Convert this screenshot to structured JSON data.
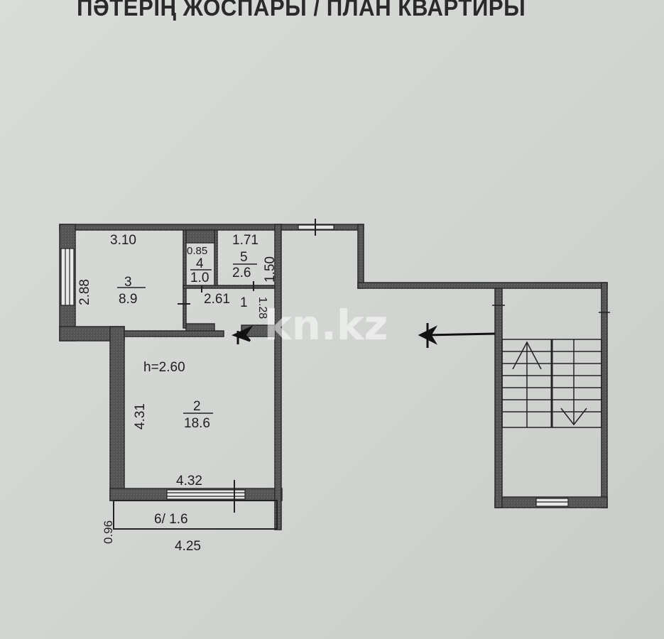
{
  "title": "ПӘТЕРІҢ ЖОСПАРЫ / ПЛАН КВАРТИРЫ",
  "watermark": "kn.kz",
  "ceiling_height": "h=2.60",
  "rooms": [
    {
      "number": "1",
      "dims": [
        "2.61",
        "1.28"
      ]
    },
    {
      "number": "2",
      "area": "18.6",
      "dims": [
        "4.31",
        "4.32"
      ]
    },
    {
      "number": "3",
      "area": "8.9",
      "dims": [
        "3.10",
        "2.88"
      ]
    },
    {
      "number": "4",
      "area": "1.0",
      "dims": [
        "0.85"
      ]
    },
    {
      "number": "5",
      "area": "2.6",
      "dims": [
        "1.71",
        "1.50"
      ]
    },
    {
      "number": "6",
      "area": "1.6",
      "label": "6/ 1.6",
      "dims": [
        "0.96",
        "4.25"
      ]
    }
  ],
  "colors": {
    "wall": "#4a4a4a",
    "background": "#d4d7d4",
    "ink": "#1e1e1e"
  }
}
